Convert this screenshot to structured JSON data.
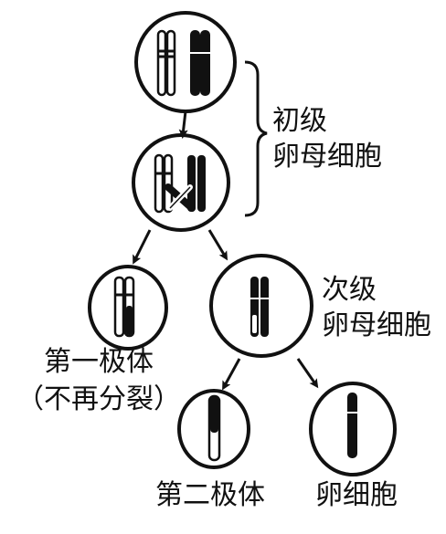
{
  "labels": {
    "primary_oocyte_line1": "初级",
    "primary_oocyte_line2": "卵母细胞",
    "secondary_oocyte_line1": "次级",
    "secondary_oocyte_line2": "卵母细胞",
    "first_polar_body_line1": "第一极体",
    "first_polar_body_line2": "（不再分裂）",
    "second_polar_body": "第二极体",
    "egg_cell": "卵细胞"
  },
  "colors": {
    "stroke": "#111111",
    "chromosome_dark": "#111111",
    "chromosome_light": "#ffffff",
    "background": "#ffffff"
  }
}
